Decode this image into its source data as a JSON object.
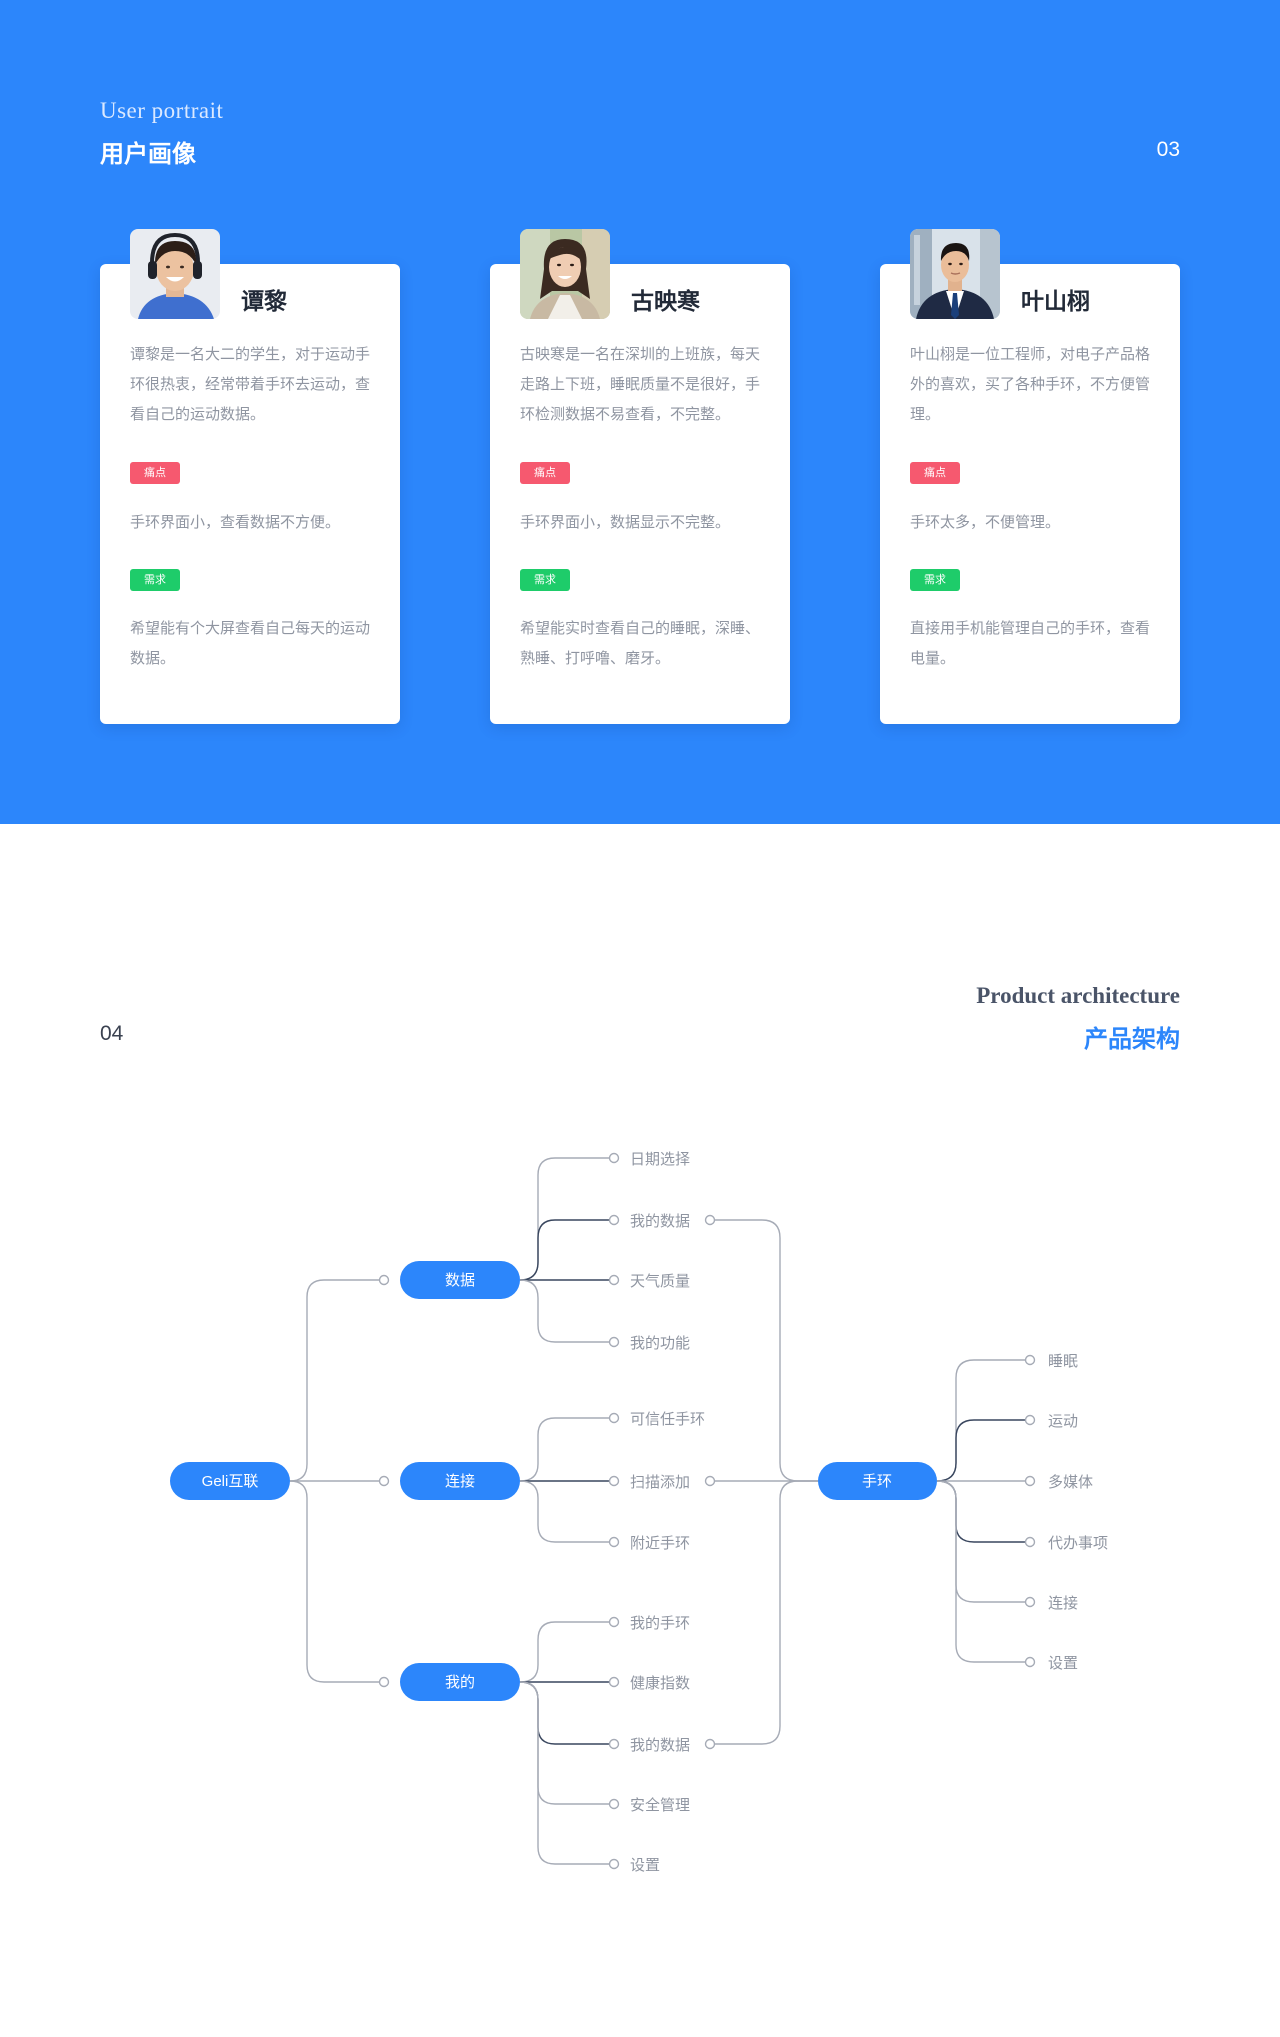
{
  "portrait": {
    "title_en": "User portrait",
    "title_zh": "用户画像",
    "number": "03",
    "cards": [
      {
        "name": "谭黎",
        "desc": "谭黎是一名大二的学生，对于运动手环很热衷，经常带着手环去运动，查看自己的运动数据。",
        "pain_label": "痛点",
        "pain": "手环界面小，查看数据不方便。",
        "need_label": "需求",
        "need": "希望能有个大屏查看自己每天的运动数据。",
        "avatar_icon": "boy-headphones-photo"
      },
      {
        "name": "古映寒",
        "desc": "古映寒是一名在深圳的上班族，每天走路上下班，睡眠质量不是很好，手环检测数据不易查看，不完整。",
        "pain_label": "痛点",
        "pain": "手环界面小，数据显示不完整。",
        "need_label": "需求",
        "need": "希望能实时查看自己的睡眠，深睡、熟睡、打呼噜、磨牙。",
        "avatar_icon": "woman-smiling-photo"
      },
      {
        "name": "叶山栩",
        "desc": "叶山栩是一位工程师，对电子产品格外的喜欢，买了各种手环，不方便管理。",
        "pain_label": "痛点",
        "pain": "手环太多，不便管理。",
        "need_label": "需求",
        "need": "直接用手机能管理自己的手环，查看电量。",
        "avatar_icon": "businessman-suit-photo"
      }
    ]
  },
  "architecture": {
    "title_en": "Product architecture",
    "title_zh": "产品架构",
    "number": "04",
    "root": "Geli互联",
    "branches": [
      {
        "label": "数据",
        "children": [
          "日期选择",
          "我的数据",
          "天气质量",
          "我的功能"
        ]
      },
      {
        "label": "连接",
        "children": [
          "可信任手环",
          "扫描添加",
          "附近手环"
        ]
      },
      {
        "label": "我的",
        "children": [
          "我的手环",
          "健康指数",
          "我的数据",
          "安全管理",
          "设置"
        ]
      }
    ],
    "hub": {
      "label": "手环",
      "children": [
        "睡眠",
        "运动",
        "多媒体",
        "代办事项",
        "连接",
        "设置"
      ]
    }
  },
  "colors": {
    "primary_blue": "#2c86fb",
    "pain_red": "#f6596f",
    "need_green": "#1ecc6a",
    "text_gray": "#8f95a1",
    "line_gray": "#a6abb6",
    "line_dark": "#39465e"
  }
}
